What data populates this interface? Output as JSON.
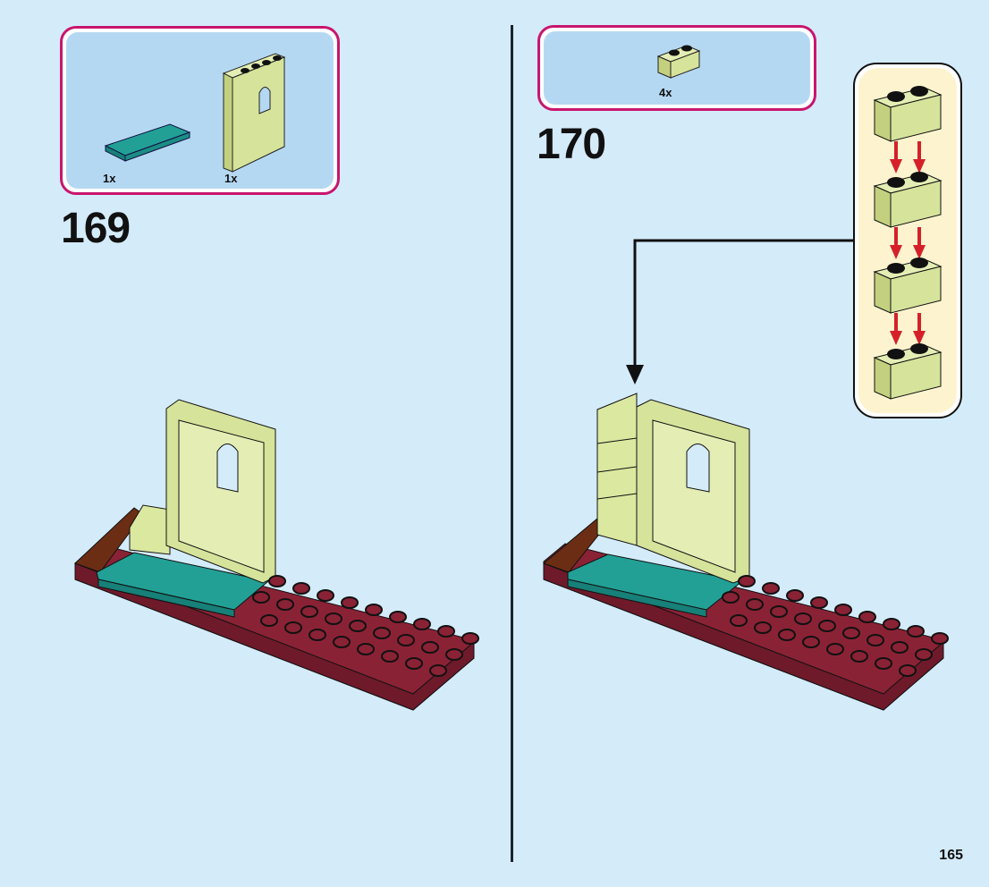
{
  "page": {
    "number": "165",
    "background": "#d4ebfa"
  },
  "steps": [
    {
      "number": "169",
      "parts": [
        {
          "name": "teal-tile-2x4",
          "color": "#22a096",
          "qty": "1x"
        },
        {
          "name": "light-yellow-wall-panel-with-window",
          "color": "#dbe8a0",
          "qty": "1x"
        }
      ]
    },
    {
      "number": "170",
      "parts": [
        {
          "name": "light-yellow-brick-1x2",
          "color": "#dbe8a0",
          "qty": "4x"
        }
      ],
      "callout": {
        "description": "Stack four 1x2 light-yellow bricks",
        "brick_count": 4,
        "arrow_color": "#d5202a"
      }
    }
  ],
  "colors": {
    "parts_border": "#c8166e",
    "parts_fill": "#b5d8f2",
    "callout_fill": "#fdf4cf",
    "plate": "#8a2235",
    "brown": "#6b2e14",
    "teal": "#22a096",
    "wall": "#dbe8a0"
  }
}
